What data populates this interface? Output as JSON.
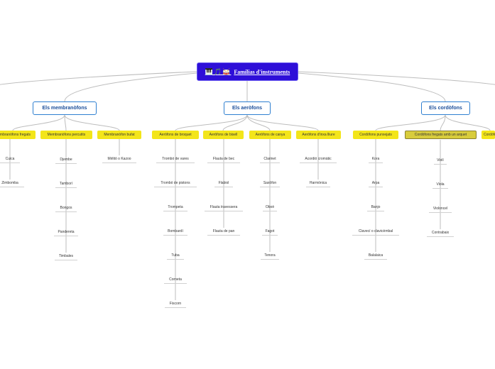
{
  "root": {
    "title": "Famílias d'instruments",
    "icons": "🎹🎵🥁"
  },
  "categories": [
    {
      "label": "Els membranòfons",
      "groups": [
        {
          "label": "Membranòfons fregats",
          "items": [
            "Cuica",
            "Zimbomba"
          ]
        },
        {
          "label": "Membranòfons percutits",
          "items": [
            "Djembe",
            "Tamborí",
            "Bongos",
            "Pandereta",
            "Timbales"
          ]
        },
        {
          "label": "Membranòfon bufat",
          "items": [
            "Mirlitó o Kazoo"
          ]
        }
      ]
    },
    {
      "label": "Els aeròfons",
      "groups": [
        {
          "label": "Aeròfons de broquet",
          "items": [
            "Trombó de vares",
            "Trombó de pistons",
            "Trompeta",
            "Bombardí",
            "Tuba",
            "Corneta",
            "Fiscorn"
          ]
        },
        {
          "label": "Aeròfons de bisell",
          "items": [
            "Flauta de bec",
            "Flabiol",
            "Flauta travessera",
            "Flauta de pan"
          ]
        },
        {
          "label": "Aeròfons de canya",
          "items": [
            "Clarinet",
            "Saxòfon",
            "Oboè",
            "Fagot",
            "Tenora"
          ]
        },
        {
          "label": "Aeròfons d'inxa lliure",
          "items": [
            "Acordió cromàtic",
            "Harmònica"
          ]
        }
      ]
    },
    {
      "label": "Els cordòfons",
      "groups": [
        {
          "label": "Cordòfons punxejats",
          "items": [
            "Kora",
            "Arpa",
            "Banjo",
            "Clavecí o clavicèmbal",
            "Balalaica"
          ]
        },
        {
          "label": "Cordòfons fregats amb un arquet",
          "items": [
            "Violí",
            "Viola",
            "Violoncel",
            "Contrabaix"
          ]
        },
        {
          "label": "Cordòfons",
          "items": []
        }
      ]
    }
  ]
}
